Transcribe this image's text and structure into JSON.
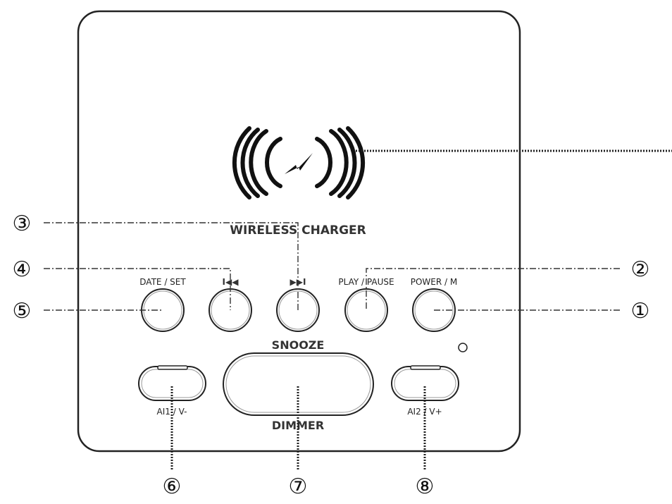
{
  "labels": {
    "wireless_charger": "WIRELESS CHARGER",
    "date_set": "DATE / SET",
    "prev": "I◀◀",
    "next": "▶▶I",
    "play_pause": "PLAY / PAUSE",
    "power_m": "POWER / M",
    "snooze": "SNOOZE",
    "dimmer": "DIMMER",
    "al1_vminus": "AI1 / V-",
    "al2_vplus": "AI2 / V+"
  },
  "callouts": {
    "c1": "①",
    "c2": "②",
    "c3": "③",
    "c4": "④",
    "c5": "⑤",
    "c6": "⑥",
    "c7": "⑦",
    "c8": "⑧"
  },
  "colors": {
    "stroke": "#222222",
    "leader": "#333333",
    "background": "#ffffff"
  },
  "icons": {
    "charger": "wireless-charging-icon",
    "indicator": "led-indicator-icon"
  }
}
